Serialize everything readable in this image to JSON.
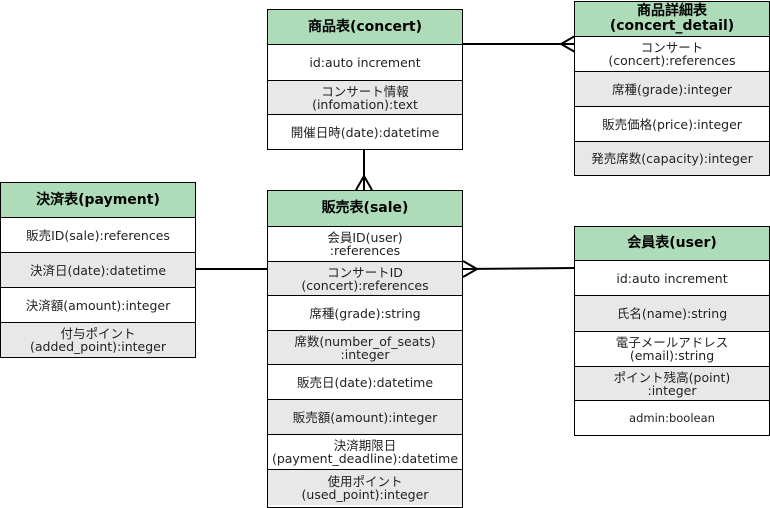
{
  "entities": {
    "concert": {
      "title": "商品表(concert)",
      "fields": [
        "id:auto increment",
        "コンサート情報\n(infomation):text",
        "開催日時(date):datetime"
      ]
    },
    "concert_detail": {
      "title": "商品詳細表\n(concert_detail)",
      "fields": [
        "コンサート\n(concert):references",
        "席種(grade):integer",
        "販売価格(price):integer",
        "発売席数(capacity):integer"
      ]
    },
    "payment": {
      "title": "決済表(payment)",
      "fields": [
        "販売ID(sale):references",
        "決済日(date):datetime",
        "決済額(amount):integer",
        "付与ポイント\n(added_point):integer"
      ]
    },
    "sale": {
      "title": "販売表(sale)",
      "fields": [
        "会員ID(user)\n:references",
        "コンサートID\n(concert):references",
        "席種(grade):string",
        "席数(number_of_seats)\n:integer",
        "販売日(date):datetime",
        "販売額(amount):integer",
        "決済期限日\n(payment_deadline):datetime",
        "使用ポイント\n(used_point):integer"
      ]
    },
    "user": {
      "title": "会員表(user)",
      "fields": [
        "id:auto increment",
        "氏名(name):string",
        "電子メールアドレス\n(email):string",
        "ポイント残高(point)\n:integer",
        "admin:boolean"
      ]
    }
  },
  "colors": {
    "header": "#aedcb9",
    "alt_row": "#e8e8e8",
    "line": "#000000"
  }
}
